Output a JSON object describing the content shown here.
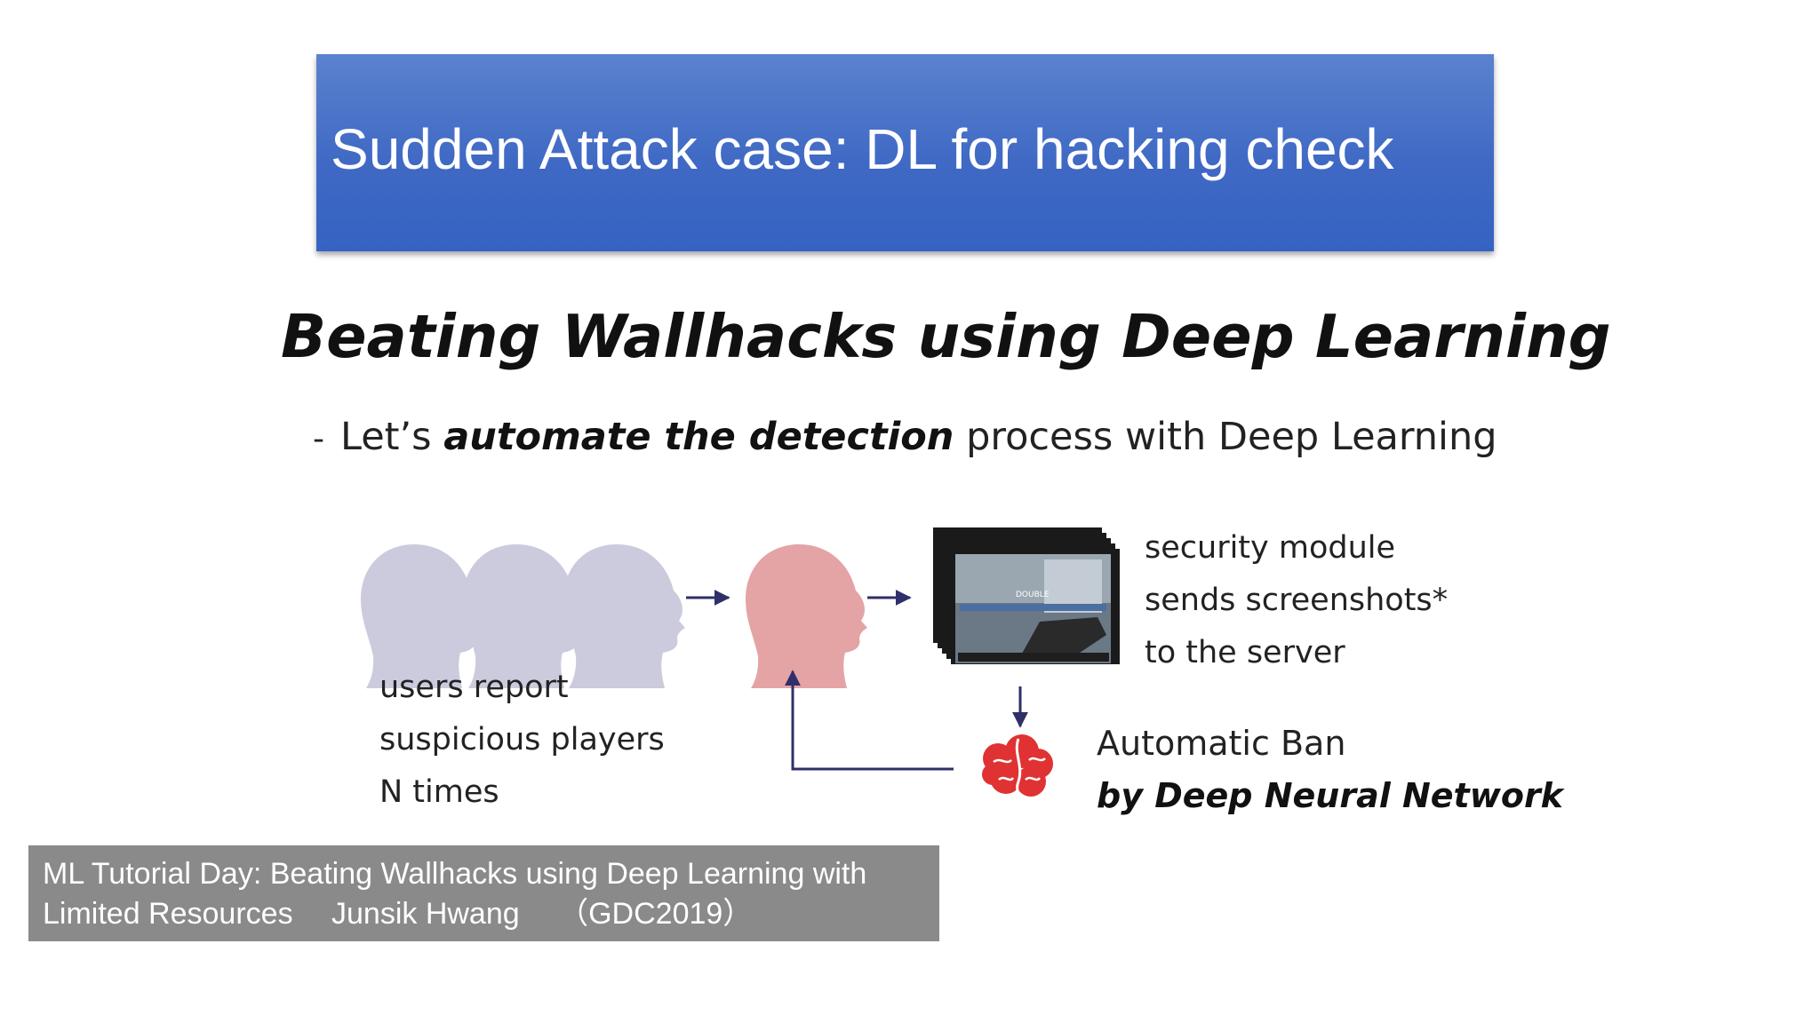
{
  "slide": {
    "title": "Sudden Attack case: DL for hacking check",
    "heading": "Beating Wallhacks using Deep Learning",
    "subtitle": {
      "dash": "-",
      "prefix": "Let’s",
      "emphasis": "automate the detection",
      "suffix": "process with Deep Learning"
    }
  },
  "diagram": {
    "users_label": [
      "users report",
      "suspicious players",
      "N times"
    ],
    "security_label": [
      "security module",
      "sends screenshots*",
      "to the server"
    ],
    "ban_label": {
      "line1": "Automatic Ban",
      "line2": "by Deep Neural Network"
    },
    "screenshot_text": "DOUBLE",
    "colors": {
      "user_head": "#cccbdd",
      "suspect_head": "#e4a3a4",
      "arrow": "#2f2f6a",
      "brain": "#e03232",
      "title_banner": "#4571c8"
    },
    "icons": [
      "user-head-icon",
      "suspect-head-icon",
      "screenshot-stack-icon",
      "brain-icon"
    ]
  },
  "caption": {
    "line1": "ML Tutorial Day: Beating Wallhacks using Deep Learning with",
    "line2": "Limited Resources　 Junsik Hwang　 （GDC2019）"
  }
}
